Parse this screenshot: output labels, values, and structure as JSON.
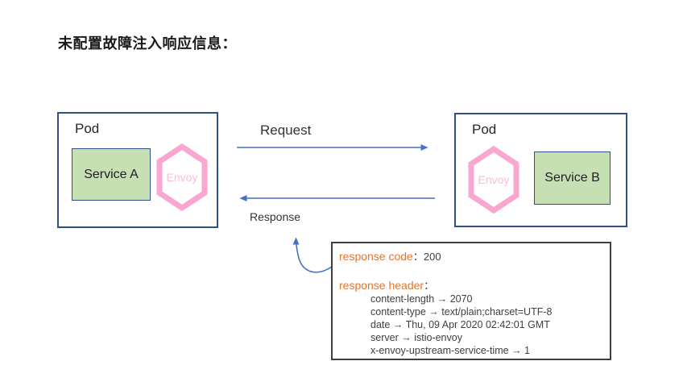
{
  "title": "未配置故障注入响应信息：",
  "colors": {
    "arrow_blue": "#4472c4",
    "pod_border": "#2e5185",
    "service_fill": "#c6e0b4",
    "envoy_pink": "#f9a7d0",
    "envoy_text_pink": "#fbbcdc",
    "accent_orange": "#e2752e",
    "panel_border": "#3f3f3f",
    "body_text": "#404040"
  },
  "pods": {
    "left": {
      "label": "Pod",
      "service": "Service A",
      "proxy": "Envoy"
    },
    "right": {
      "label": "Pod",
      "service": "Service B",
      "proxy": "Envoy"
    }
  },
  "arrows": {
    "request_label": "Request",
    "response_label": "Response"
  },
  "response_panel": {
    "code_label": "response code",
    "code_separator": "：",
    "code_value": "200",
    "header_label": "response header",
    "header_separator": "：",
    "arrow_glyph": "→",
    "headers": [
      {
        "name": "content-length",
        "value": "2070"
      },
      {
        "name": "content-type",
        "value": "text/plain;charset=UTF-8"
      },
      {
        "name": "date",
        "value": "Thu, 09 Apr 2020 02:42:01 GMT"
      },
      {
        "name": "server",
        "value": "istio-envoy"
      },
      {
        "name": "x-envoy-upstream-service-time",
        "value": "1"
      }
    ]
  }
}
